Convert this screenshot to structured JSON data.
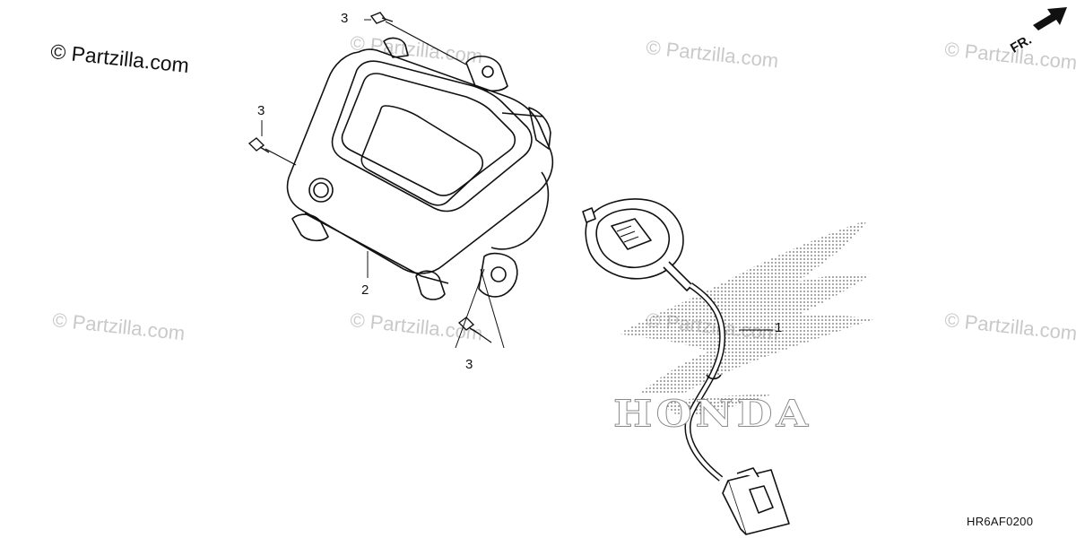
{
  "watermark": {
    "text": "© Partzilla.com",
    "primary": "© Partzilla.com"
  },
  "direction_label": "FR.",
  "callouts": {
    "part_1": "1",
    "part_2": "2",
    "part_3_top": "3",
    "part_3_left": "3",
    "part_3_bottom": "3"
  },
  "logo_text": "HONDA",
  "diagram_code": "HR6AF0200"
}
